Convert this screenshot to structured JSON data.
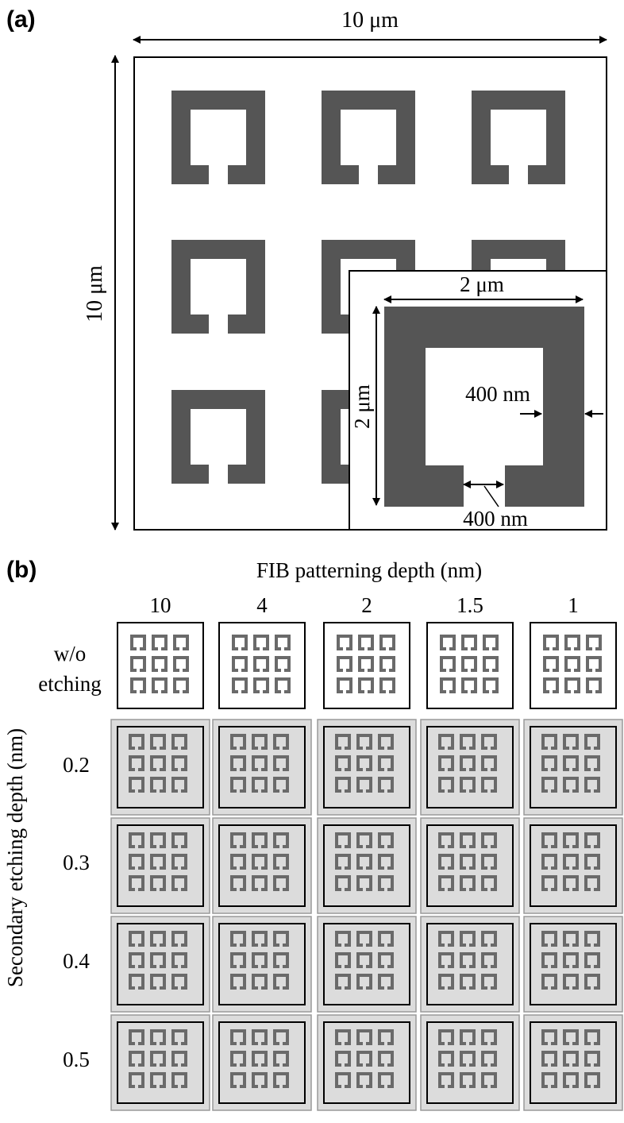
{
  "colors": {
    "resonator": "#555555",
    "resonator_small": "#6a6a6a",
    "etched_bg": "#dcdcdc",
    "etched_border": "#9a9a9a",
    "line": "#000000"
  },
  "panel_a": {
    "label": "(a)",
    "width_dim": "10 μm",
    "height_dim": "10 μm",
    "inset": {
      "width_dim": "2 μm",
      "height_dim": "2 μm",
      "arm_width": "400 nm",
      "gap_width": "400 nm"
    }
  },
  "panel_b": {
    "label": "(b)",
    "column_title": "FIB patterning depth (nm)",
    "columns": [
      "10",
      "4",
      "2",
      "1.5",
      "1"
    ],
    "row_title": "Secondary etching depth (nm)",
    "unetched_row_label": [
      "w/o",
      "etching"
    ],
    "rows": [
      "0.2",
      "0.3",
      "0.4",
      "0.5"
    ]
  }
}
